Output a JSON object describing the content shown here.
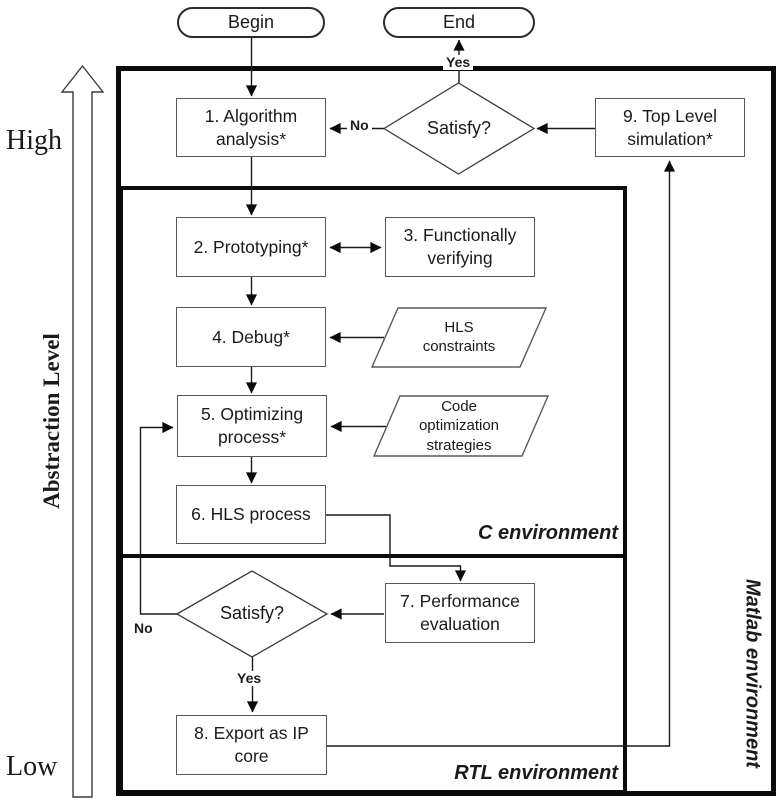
{
  "figure": {
    "terminals": {
      "begin": "Begin",
      "end": "End"
    },
    "nodes": {
      "n1": "1. Algorithm analysis*",
      "n2": "2. Prototyping*",
      "n3": "3. Functionally verifying",
      "n4": "4. Debug*",
      "n5": "5. Optimizing process*",
      "n6": "6. HLS process",
      "n7": "7. Performance evaluation",
      "n8": "8. Export as IP core",
      "n9": "9. Top Level simulation*"
    },
    "decisions": {
      "top": "Satisfy?",
      "bottom": "Satisfy?"
    },
    "data_items": {
      "hls_constraints": "HLS constraints",
      "code_optimization": "Code optimization strategies"
    },
    "edge_labels": {
      "top_yes": "Yes",
      "top_no": "No",
      "bottom_yes": "Yes",
      "bottom_no": "No"
    },
    "regions": {
      "c": "C environment",
      "rtl": "RTL environment",
      "matlab": "Matlab environment"
    },
    "axis": {
      "high": "High",
      "low": "Low",
      "title": "Abstraction Level"
    },
    "colors": {
      "line": "#1a1a1a",
      "box_border": "#595959",
      "region_border": "#0a0a0a",
      "background": "#ffffff"
    }
  }
}
